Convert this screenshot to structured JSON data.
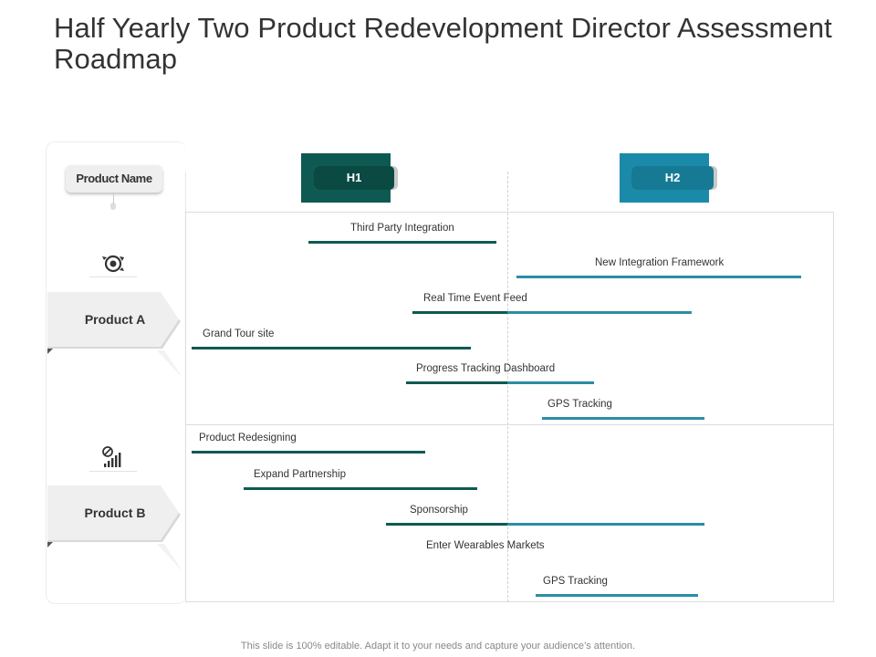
{
  "title": "Half Yearly Two Product Redevelopment Director Assessment Roadmap",
  "product_name_label": "Product Name",
  "periods": [
    {
      "label": "H1",
      "color": "#0e5a52"
    },
    {
      "label": "H2",
      "color": "#1b8aa8"
    }
  ],
  "products": [
    {
      "label": "Product A",
      "icon": "gear-cycle-icon"
    },
    {
      "label": "Product B",
      "icon": "analytics-bars-icon"
    }
  ],
  "tasks": [
    {
      "label": "Third Party Integration",
      "start": 0.19,
      "end": 0.48
    },
    {
      "label": "New Integration Framework",
      "start": 0.51,
      "end": 0.95
    },
    {
      "label": "Real Time Event Feed",
      "start": 0.35,
      "end": 0.78
    },
    {
      "label": "Grand Tour site",
      "start": 0.01,
      "end": 0.44
    },
    {
      "label": "Progress Tracking Dashboard",
      "start": 0.34,
      "end": 0.63
    },
    {
      "label": "GPS Tracking",
      "start": 0.55,
      "end": 0.8
    },
    {
      "label": "Product Redesigning",
      "start": 0.01,
      "end": 0.37
    },
    {
      "label": "Expand Partnership",
      "start": 0.09,
      "end": 0.45
    },
    {
      "label": "Sponsorship",
      "start": 0.31,
      "end": 0.8
    },
    {
      "label": "Enter Wearables Markets",
      "start": null,
      "end": null
    },
    {
      "label": "GPS Tracking",
      "start": 0.54,
      "end": 0.79
    }
  ],
  "colors": {
    "h1_bar": "#0e5a52",
    "h2_bar": "#2b8da6"
  },
  "footer": "This slide is 100% editable. Adapt it to your needs and capture your audience’s attention."
}
